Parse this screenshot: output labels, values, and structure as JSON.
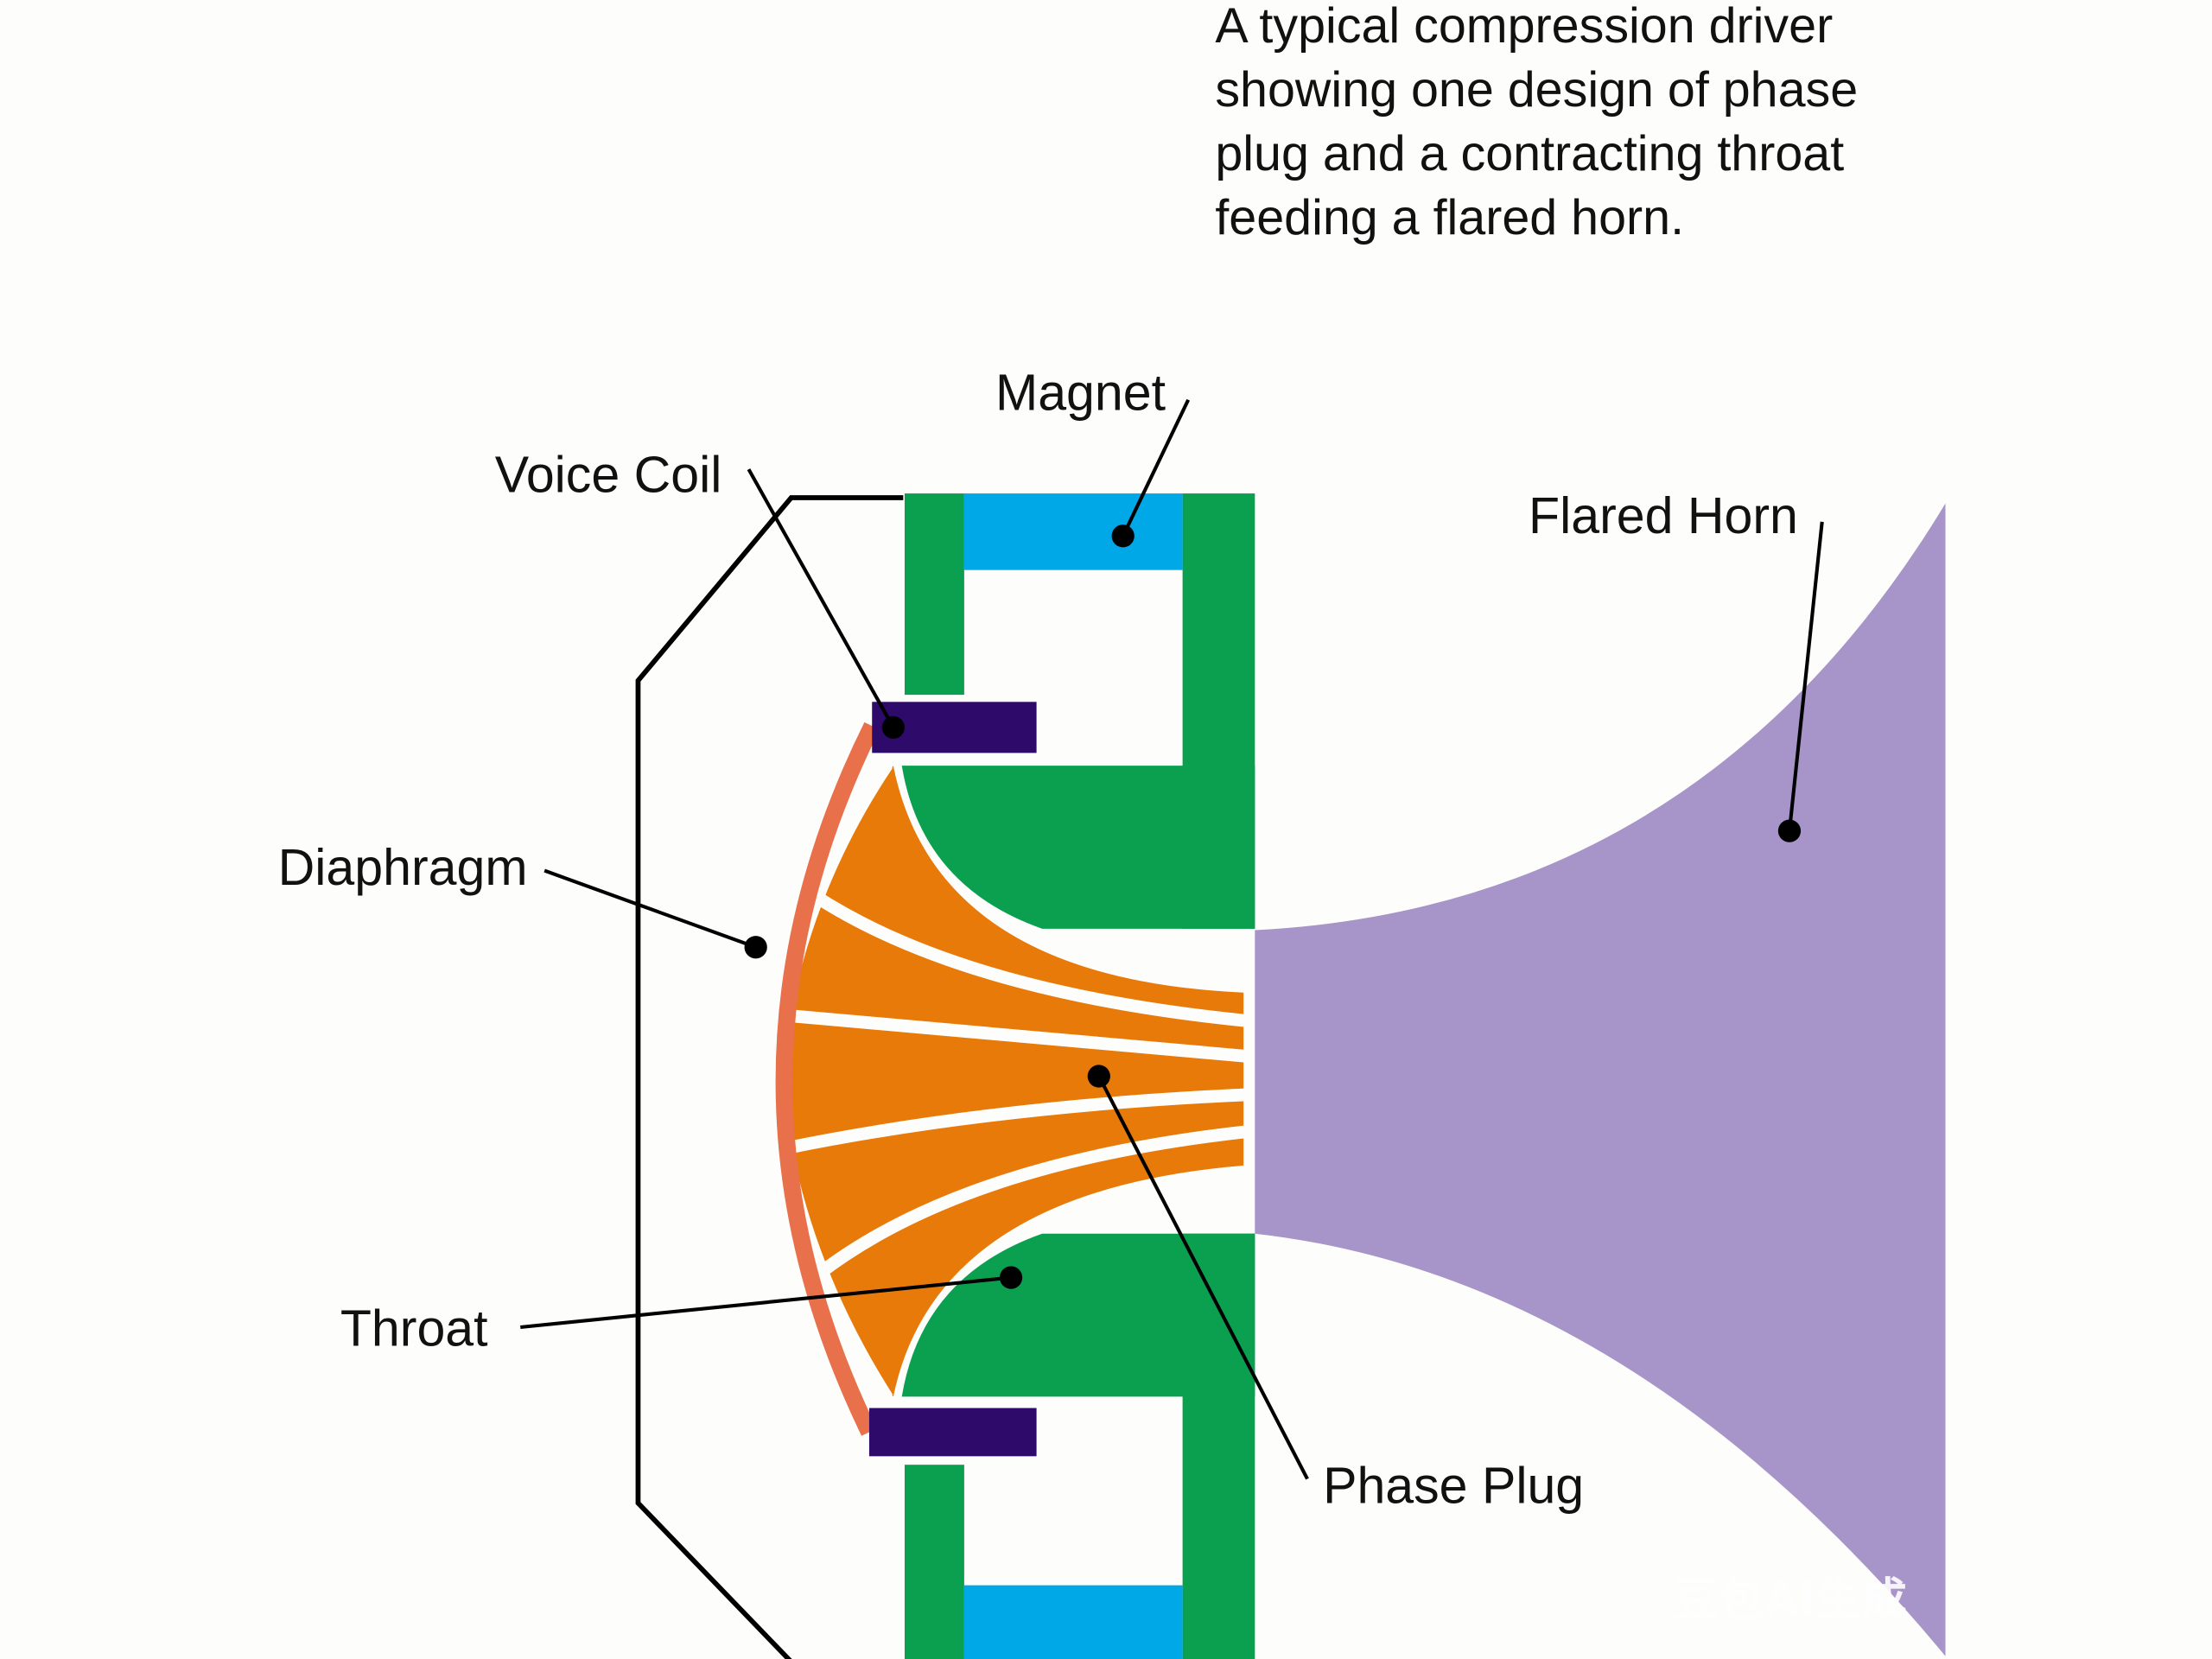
{
  "caption": [
    "A typical compression driver",
    "showing one design of phase",
    "plug and a contracting throat",
    "feeding a flared horn."
  ],
  "labels": {
    "magnet": "Magnet",
    "voice_coil": "Voice Coil",
    "flared_horn": "Flared Horn",
    "diaphragm": "Diaphragm",
    "throat": "Throat",
    "phase_plug": "Phase Plug"
  },
  "watermark": "豆包AI生成",
  "colors": {
    "pole_piece": "#0aa050",
    "magnet": "#00a8e8",
    "voice_coil": "#2e0a6b",
    "diaphragm": "#e8704a",
    "phase_plug": "#e87a0a",
    "horn": "#a794c8",
    "housing_outline": "#000000"
  }
}
